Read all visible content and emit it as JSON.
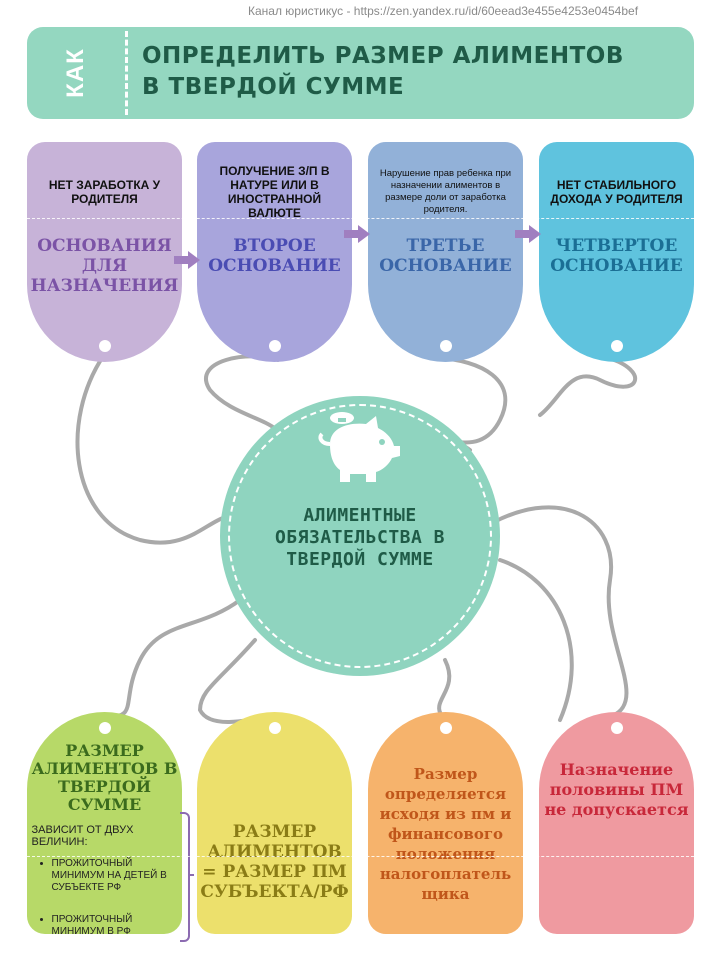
{
  "source_caption": "Канал юристикус - https://zen.yandex.ru/id/60eead3e455e4253e0454bef",
  "banner": {
    "vertical_label": "КАК",
    "title_line1": "ОПРЕДЕЛИТЬ РАЗМЕР АЛИМЕНТОВ",
    "title_line2": "В ТВЕРДОЙ СУММЕ"
  },
  "top_tags": [
    {
      "subtitle": "НЕТ ЗАРАБОТКА У РОДИТЕЛЯ",
      "label": "ОСНОВАНИЯ ДЛЯ НАЗНАЧЕНИЯ",
      "color": "#c7b3d8",
      "text_color": "#7b53a6"
    },
    {
      "subtitle": "ПОЛУЧЕНИЕ З/П В НАТУРЕ ИЛИ В ИНОСТРАННОЙ ВАЛЮТЕ",
      "label": "ВТОРОЕ ОСНОВАНИЕ",
      "color": "#a8a5dc",
      "text_color": "#4a4cb3"
    },
    {
      "subtitle": "Нарушение прав ребенка при назначении алиментов в размере доли от заработка родителя.",
      "label": "ТРЕТЬЕ ОСНОВАНИЕ",
      "color": "#92b1d8",
      "text_color": "#3a66a8"
    },
    {
      "subtitle": "НЕТ СТАБИЛЬНОГО ДОХОДА У РОДИТЕЛЯ",
      "label": "ЧЕТВЕРТОЕ ОСНОВАНИЕ",
      "color": "#5fc3de",
      "text_color": "#1b6f95"
    }
  ],
  "center": {
    "icon": "piggy-bank-icon",
    "text": "АЛИМЕНТНЫЕ ОБЯЗАТЕЛЬСТВА В ТВЕРДОЙ СУММЕ"
  },
  "bottom_tags": {
    "first": {
      "title": "РАЗМЕР АЛИМЕНТОВ В ТВЕРДОЙ СУММЕ",
      "depends": "ЗАВИСИТ ОТ ДВУХ ВЕЛИЧИН:",
      "items": [
        "ПРОЖИТОЧНЫЙ МИНИМУМ НА ДЕТЕЙ В СУБЪЕКТЕ РФ",
        "ПРОЖИТОЧНЫЙ МИНИМУМ В РФ"
      ],
      "color": "#b7d968"
    },
    "second": {
      "text": "РАЗМЕР АЛИМЕНТОВ = РАЗМЕР ПМ СУБЪЕКТА/РФ",
      "color": "#ece06c",
      "text_color": "#8a7c16"
    },
    "third": {
      "text": "Размер определяется исходя из пм и финансового положения налогоплатель щика",
      "color": "#f6b36c",
      "text_color": "#c0561a"
    },
    "fourth": {
      "text": "Назначение половины ПМ не допускается",
      "color": "#ef9aa0",
      "text_color": "#c8283a"
    }
  }
}
